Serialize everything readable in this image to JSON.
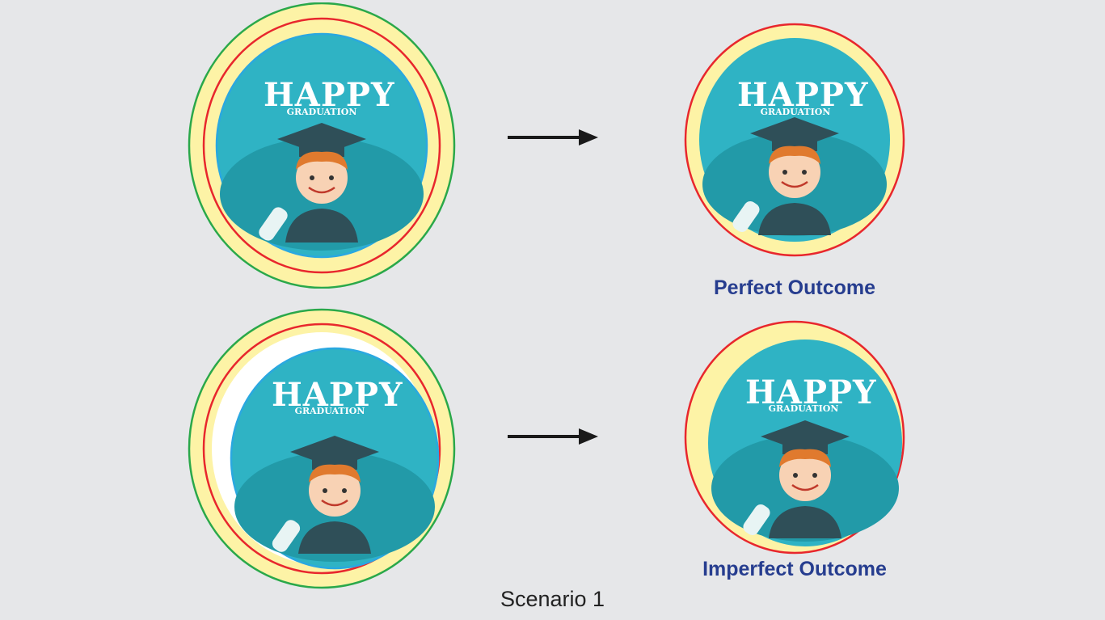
{
  "badge": {
    "title": "HAPPY",
    "subtitle": "GRADUATION",
    "icon": "graduate-icon"
  },
  "outcomes": [
    {
      "label": "Perfect Outcome"
    },
    {
      "label": "Imperfect Outcome"
    }
  ],
  "caption": "Scenario 1",
  "colors": {
    "background": "#e6e7e9",
    "outer_ring": "#2aa84a",
    "cut_line": "#e8272d",
    "bleed_fill": "#fdf3a6",
    "image_border": "#2aa8e0",
    "label_text": "#263d8f",
    "arrow": "#1a1a1a"
  }
}
